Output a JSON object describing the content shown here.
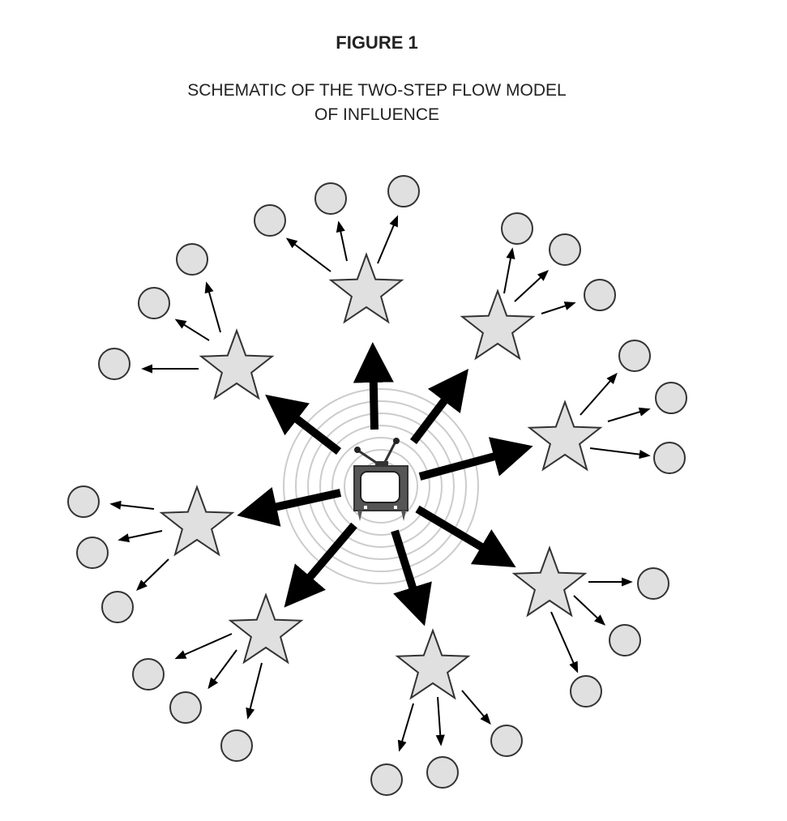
{
  "figure_label": "FIGURE 1",
  "subtitle_line1": "SCHEMATIC OF THE TWO-STEP FLOW MODEL",
  "subtitle_line2": "OF INFLUENCE",
  "colors": {
    "node_fill": "#e0e0e0",
    "stroke": "#333333",
    "arrow": "#000000",
    "rings": "#cccccc",
    "tv": "#444444"
  },
  "diagram": {
    "source": "television (mass media)",
    "opinion_leaders": 8,
    "followers_per_leader": 3
  }
}
